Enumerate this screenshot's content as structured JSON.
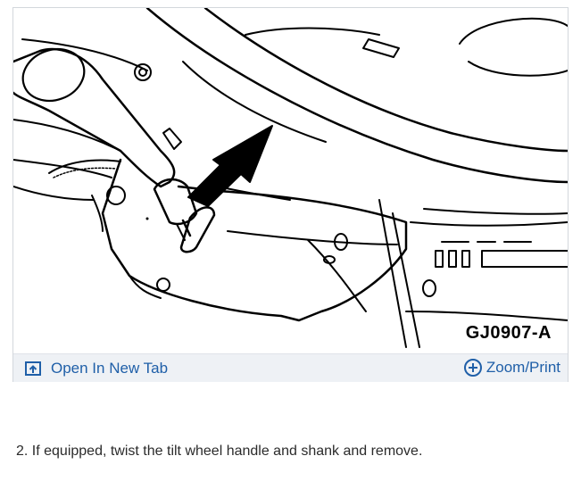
{
  "figure": {
    "code": "GJ0907-A"
  },
  "toolbar": {
    "open_tab_label": "Open In New Tab",
    "zoom_print_label": "Zoom/Print"
  },
  "icons": {
    "open_tab": "open-in-new-tab-icon",
    "zoom": "zoom-plus-icon"
  },
  "colors": {
    "link": "#1f5fa8",
    "toolbar_bg": "#eef1f5",
    "border": "#d3d7dc",
    "text": "#2b2b2b"
  },
  "instructions": {
    "step": "2. If equipped, twist the tilt wheel handle and shank and remove."
  }
}
